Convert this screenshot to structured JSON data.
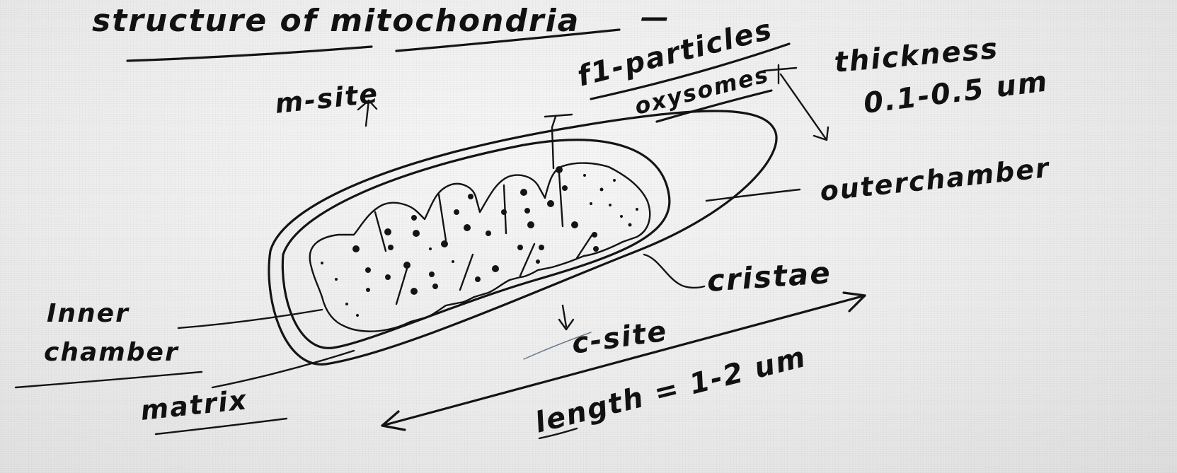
{
  "title": "structure of mitochondria",
  "title_dash": "—",
  "labels": {
    "m_site": "m-site",
    "f1_particles": "f1-particles",
    "oxysomes": "oxysomes",
    "thickness": "thickness",
    "thickness_value": "0.1-0.5 um",
    "outer_chamber": "outerchamber",
    "cristae": "cristae",
    "c_site": "c-site",
    "inner_chamber_line1": "Inner",
    "inner_chamber_line2": "chamber",
    "matrix": "matrix",
    "length": "length = 1-2 um"
  }
}
